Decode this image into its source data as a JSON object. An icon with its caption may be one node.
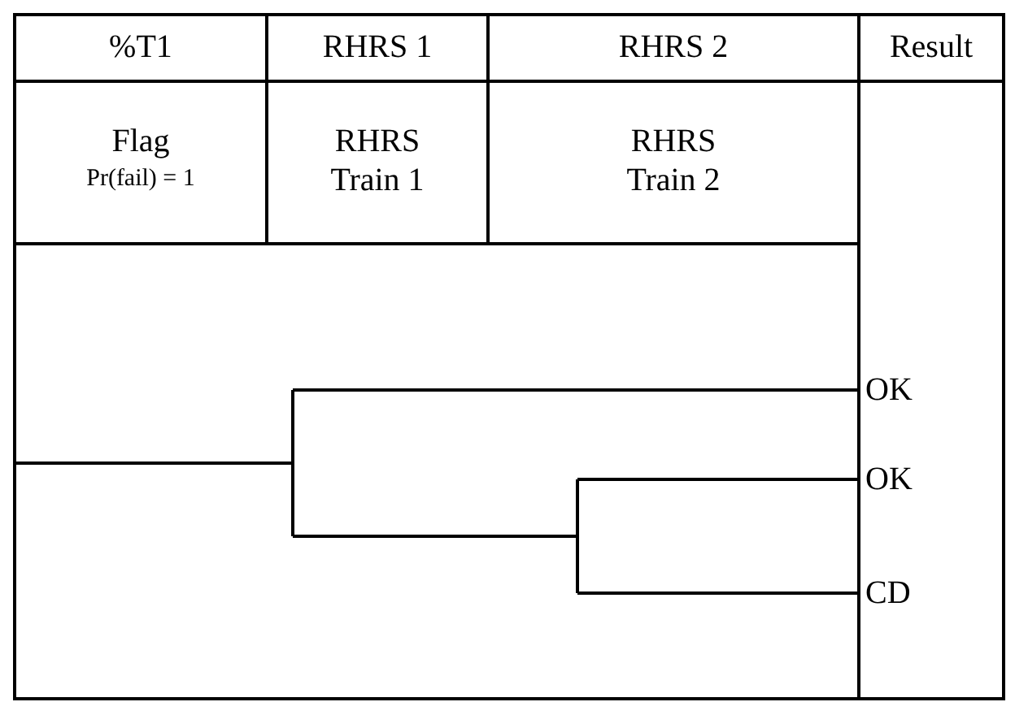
{
  "diagram": {
    "labels": [
      "%T1",
      "RHRS 1",
      "RHRS 2",
      "Result",
      "Flag",
      "Pr(fail) = 1",
      "RHRS Train 1",
      "RHRS Train 2",
      "OK",
      "OK",
      "CD"
    ]
  }
}
